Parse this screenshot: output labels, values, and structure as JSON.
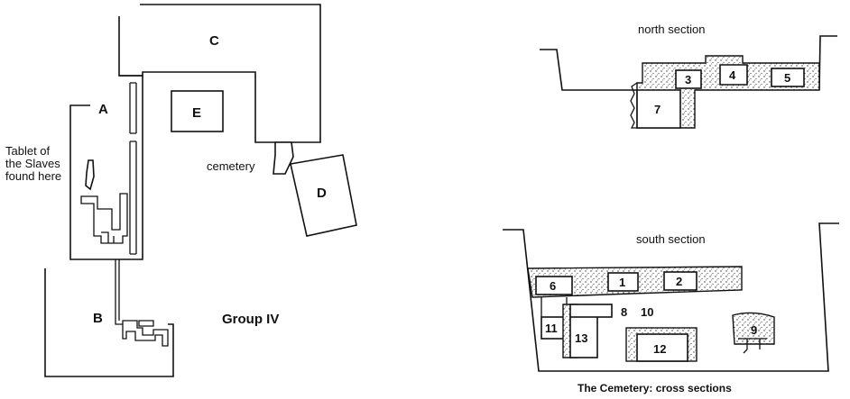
{
  "plan": {
    "rooms": {
      "a": "A",
      "b": "B",
      "c": "C",
      "d": "D",
      "e": "E"
    },
    "tablet_note": [
      "Tablet of",
      "the Slaves",
      "found here"
    ],
    "cemetery_label": "cemetery",
    "group_label": "Group IV"
  },
  "sections": {
    "north_title": "north section",
    "south_title": "south section",
    "caption": "The Cemetery: cross sections",
    "north_graves": [
      "3",
      "4",
      "5",
      "7"
    ],
    "south_graves": [
      "1",
      "2",
      "6",
      "8",
      "9",
      "10",
      "11",
      "12",
      "13"
    ]
  }
}
